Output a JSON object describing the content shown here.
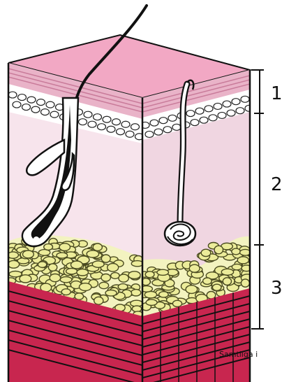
{
  "diagram": {
    "layer_labels": [
      "1",
      "2",
      "3"
    ],
    "credit": "Samtliga i"
  },
  "colors": {
    "epidermis_top": "#f2a8c4",
    "epidermis_top_dark": "#c97b9a",
    "dermis": "#f7e4ec",
    "dermis_side": "#f0d6e1",
    "fat_cell": "#ecec9a",
    "fat_cell_stroke": "#4a4a20",
    "muscle": "#c8264f",
    "muscle_dark": "#9e1238",
    "outline": "#111111"
  },
  "icons": [
    "hair-icon",
    "hair-follicle-icon",
    "sebaceous-gland-icon",
    "sweat-gland-icon"
  ]
}
